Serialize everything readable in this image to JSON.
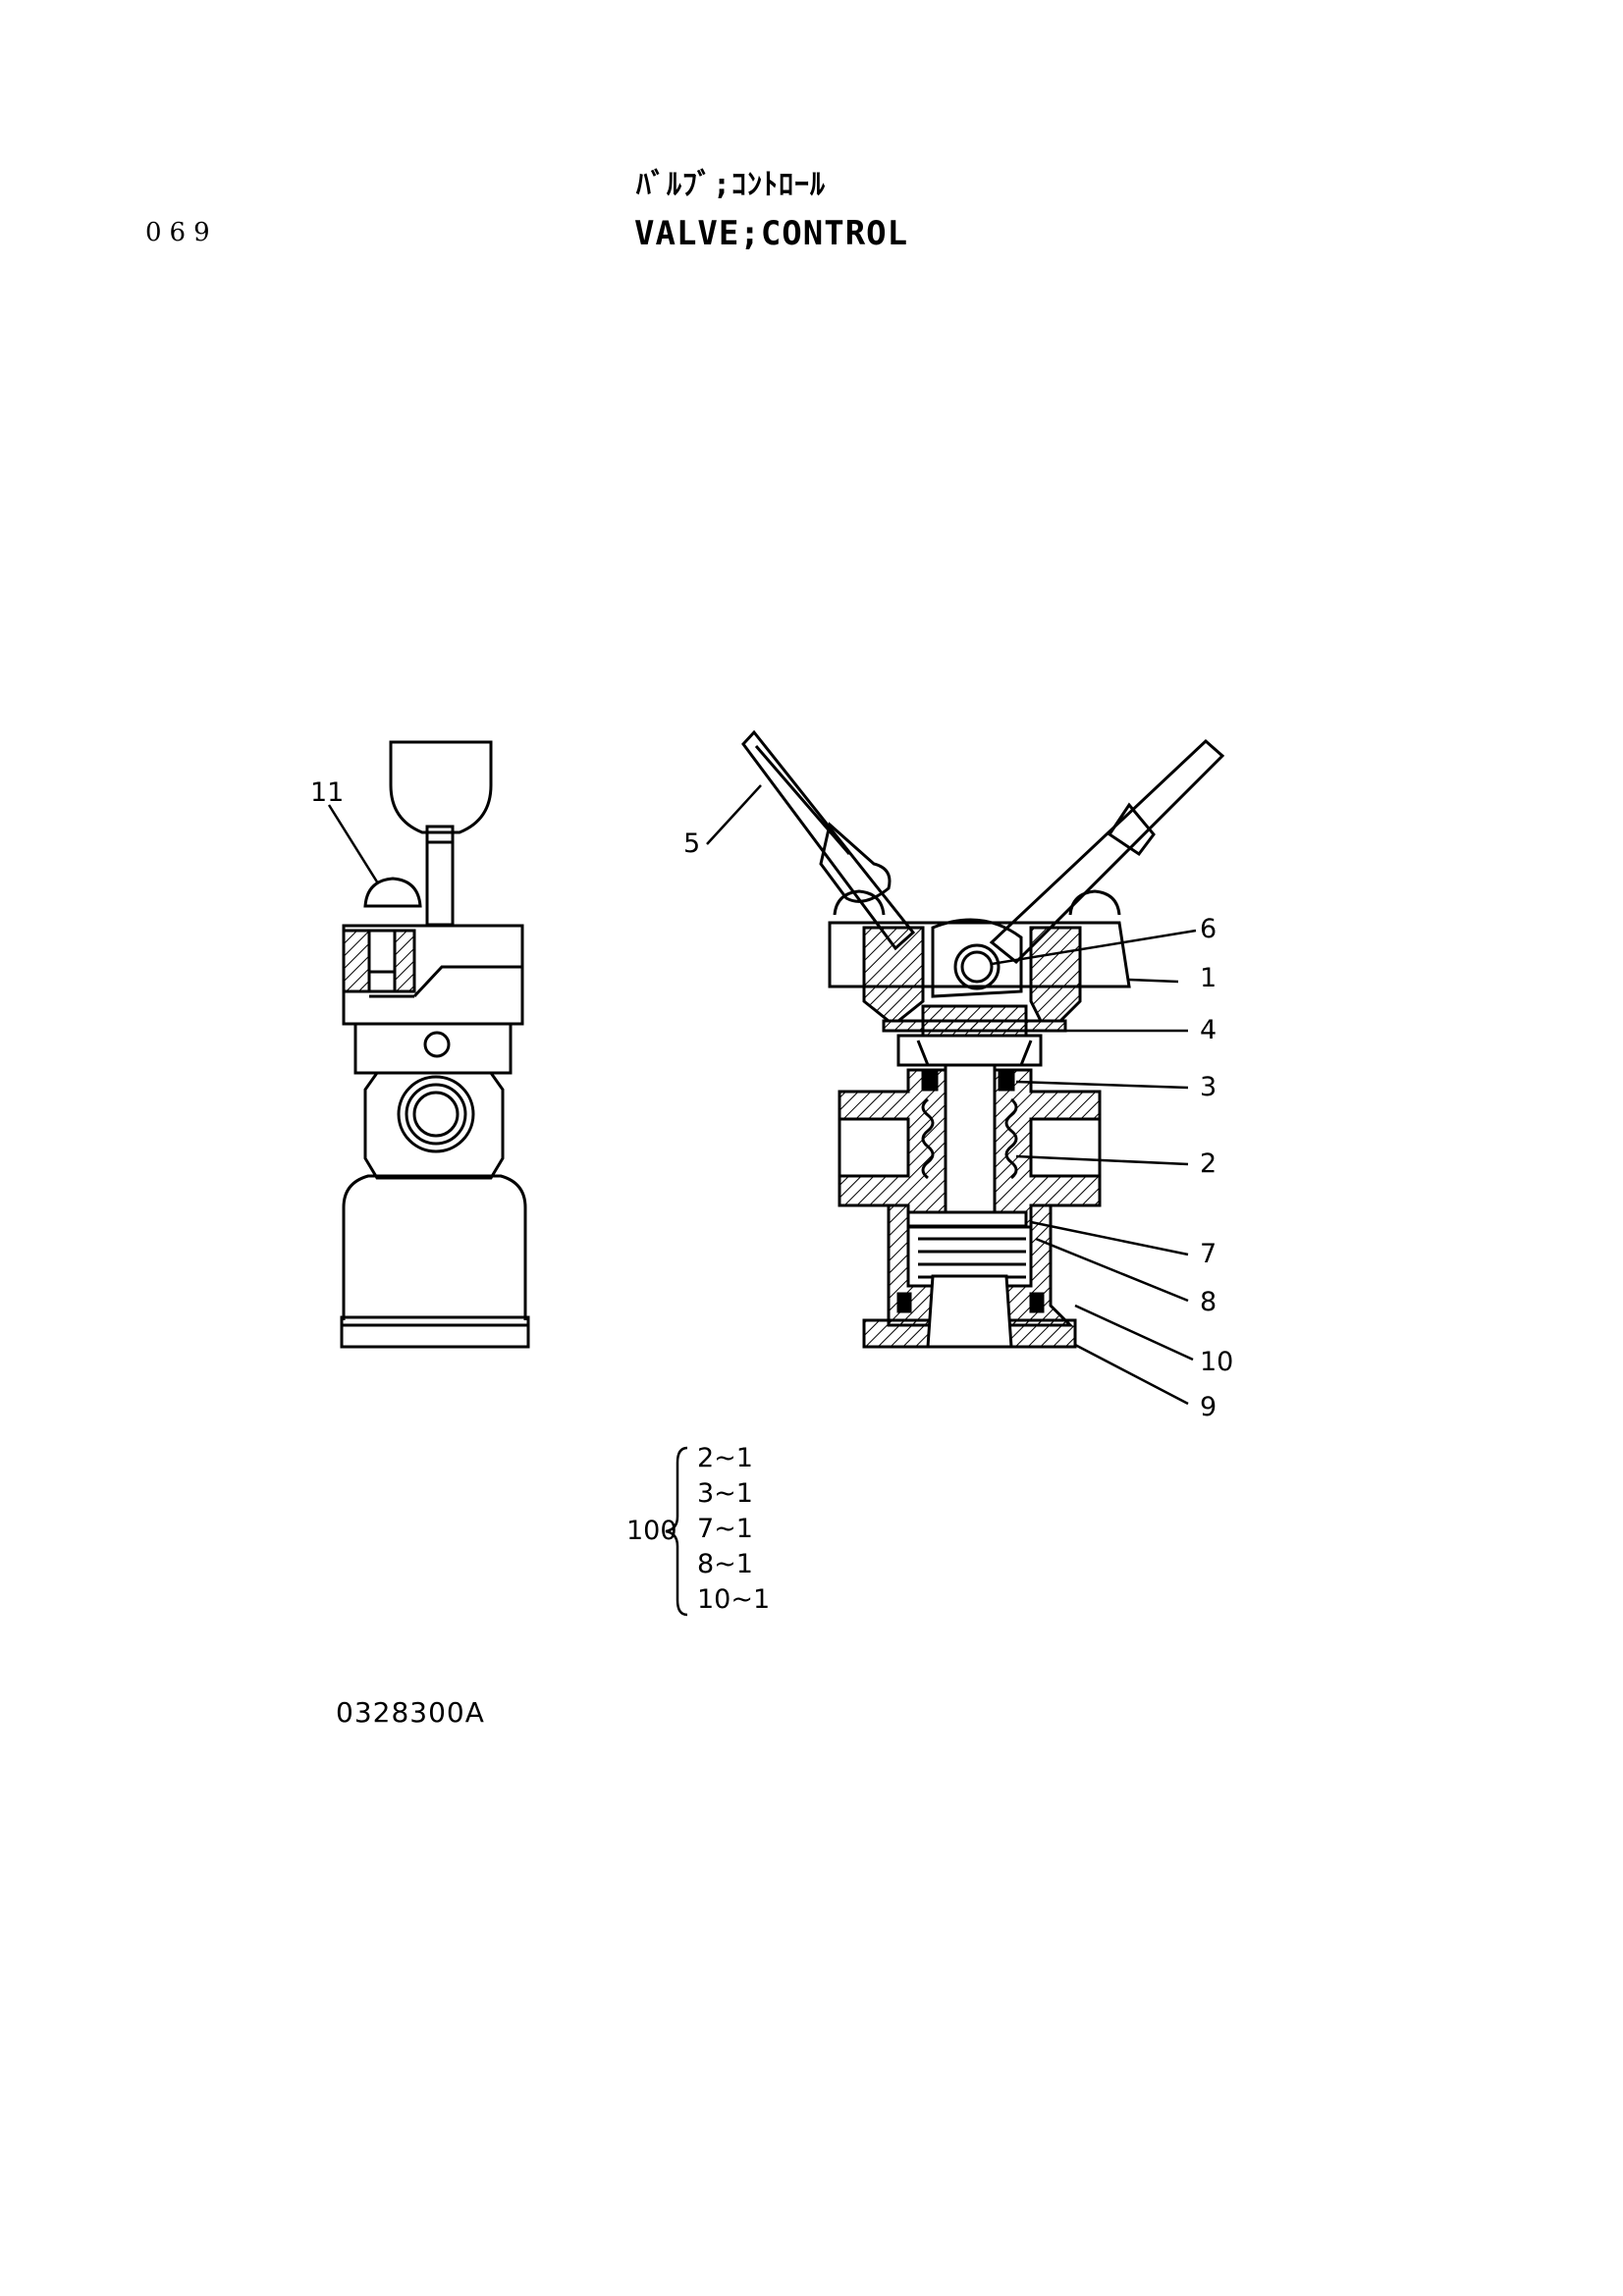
{
  "header": {
    "page_number": "069",
    "title_jp": "ﾊﾞﾙﾌﾞ;ｺﾝﾄﾛｰﾙ",
    "title_en": "VALVE;CONTROL"
  },
  "callouts": {
    "c1": "1",
    "c2": "2",
    "c3": "3",
    "c4": "4",
    "c5": "5",
    "c6": "6",
    "c7": "7",
    "c8": "8",
    "c9": "9",
    "c10": "10",
    "c11": "11"
  },
  "kit": {
    "label": "100",
    "items": [
      "2~1",
      "3~1",
      "7~1",
      "8~1",
      "10~1"
    ]
  },
  "footer": {
    "drawing_number": "0328300A"
  }
}
